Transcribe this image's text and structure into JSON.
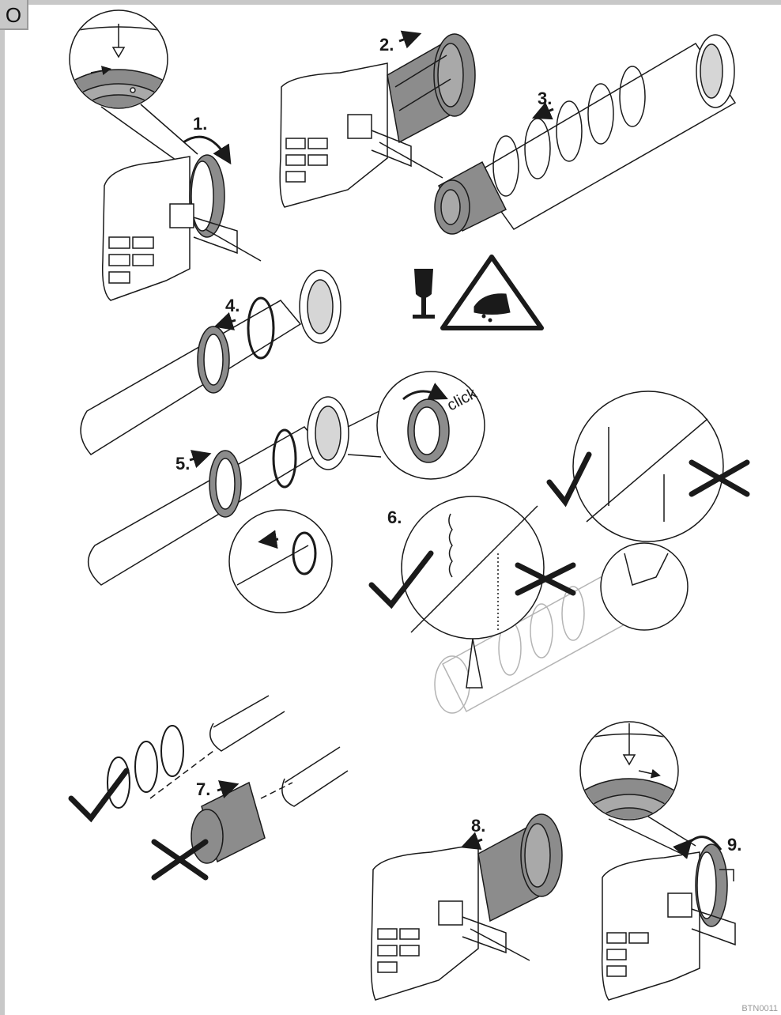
{
  "section_letter": "O",
  "figure_code": "BTN0011",
  "steps": [
    "1.",
    "2.",
    "3.",
    "4.",
    "5.",
    "6.",
    "7.",
    "8.",
    "9."
  ],
  "click_label": "click",
  "colors": {
    "frame": "#c8c8c8",
    "dark_grey": "#8c8c8c",
    "line": "#1a1a1a",
    "faint": "#b4b4b4"
  }
}
